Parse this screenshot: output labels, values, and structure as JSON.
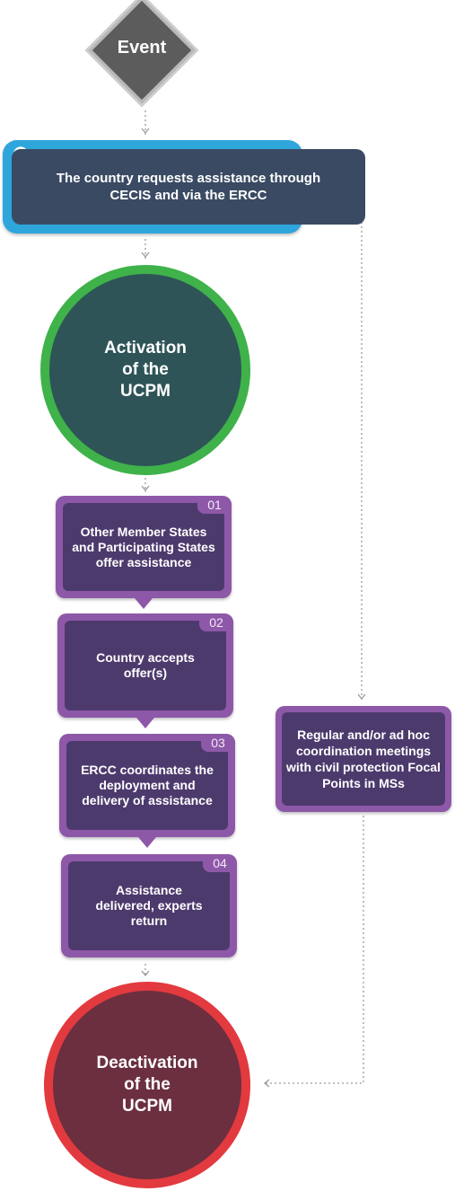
{
  "event": {
    "label": "Event"
  },
  "request": {
    "text": "The country requests assistance through CECIS and via the ERCC"
  },
  "activation": {
    "lines": [
      "Activation",
      "of the",
      "UCPM"
    ]
  },
  "steps": [
    {
      "num": "01",
      "text": "Other Member States and Participating States offer assistance"
    },
    {
      "num": "02",
      "text": "Country accepts offer(s)"
    },
    {
      "num": "03",
      "text": "ERCC coordinates the deployment and delivery of assistance"
    },
    {
      "num": "04",
      "text": "Assistance delivered, experts return"
    }
  ],
  "coordination": {
    "text": "Regular and/or ad hoc coordination meetings with civil protection Focal Points in MSs"
  },
  "deactivation": {
    "lines": [
      "Deactivation",
      "of the",
      "UCPM"
    ]
  },
  "colors": {
    "request_accent": "#2ea6dc",
    "activation_ring": "#3fb24a",
    "deactivation_ring": "#e23a3f",
    "step_accent": "#8e58a8",
    "step_fill": "#4d3a6d"
  },
  "icons": {
    "request_icon": "search-icon"
  }
}
